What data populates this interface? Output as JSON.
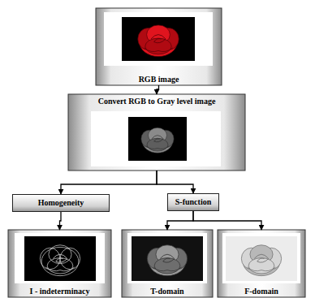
{
  "diagram": {
    "nodes": [
      {
        "text": [
          "RGB image"
        ]
      },
      {
        "text": [
          "Convert RGB to Gray level image"
        ]
      },
      {
        "text": [
          "Homogeneity"
        ]
      },
      {
        "text": [
          "S-function"
        ]
      },
      {
        "text": [
          "I - indeterminacy"
        ]
      },
      {
        "text": [
          "T-domain"
        ]
      },
      {
        "text": [
          "F-domain"
        ]
      }
    ],
    "edges": [
      {
        "from": 0,
        "to": 1,
        "arrow": "to"
      },
      {
        "from": 1,
        "to": 2,
        "arrow": "to"
      },
      {
        "from": 1,
        "to": 3,
        "arrow": "to"
      },
      {
        "from": 2,
        "to": 4,
        "arrow": "to"
      },
      {
        "from": 3,
        "to": 5,
        "arrow": "to"
      },
      {
        "from": 3,
        "to": 6,
        "arrow": "to"
      }
    ]
  }
}
